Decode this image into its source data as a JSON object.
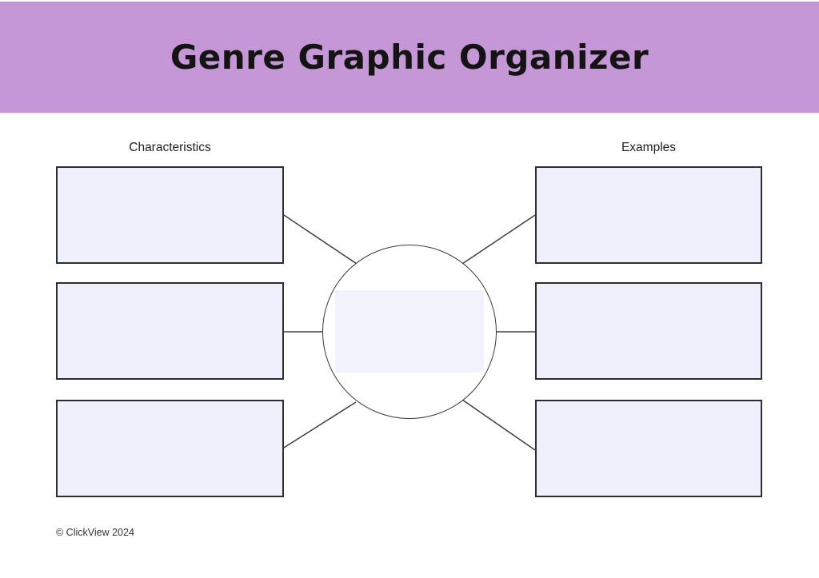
{
  "header": {
    "title": "Genre Graphic Organizer",
    "background_color": "#c697d6",
    "title_color": "#141414"
  },
  "columns": {
    "left": {
      "label": "Characteristics",
      "box_count": 3
    },
    "right": {
      "label": "Examples",
      "box_count": 3
    }
  },
  "center": {
    "shape": "circle",
    "field_fill": "#f0f3fc"
  },
  "colors": {
    "box_fill": "#eef1fb",
    "box_border": "#2e2e2e",
    "connector_line": "#3f3f3f",
    "page_background": "#ffffff"
  },
  "footer": {
    "copyright": "© ClickView 2024"
  }
}
